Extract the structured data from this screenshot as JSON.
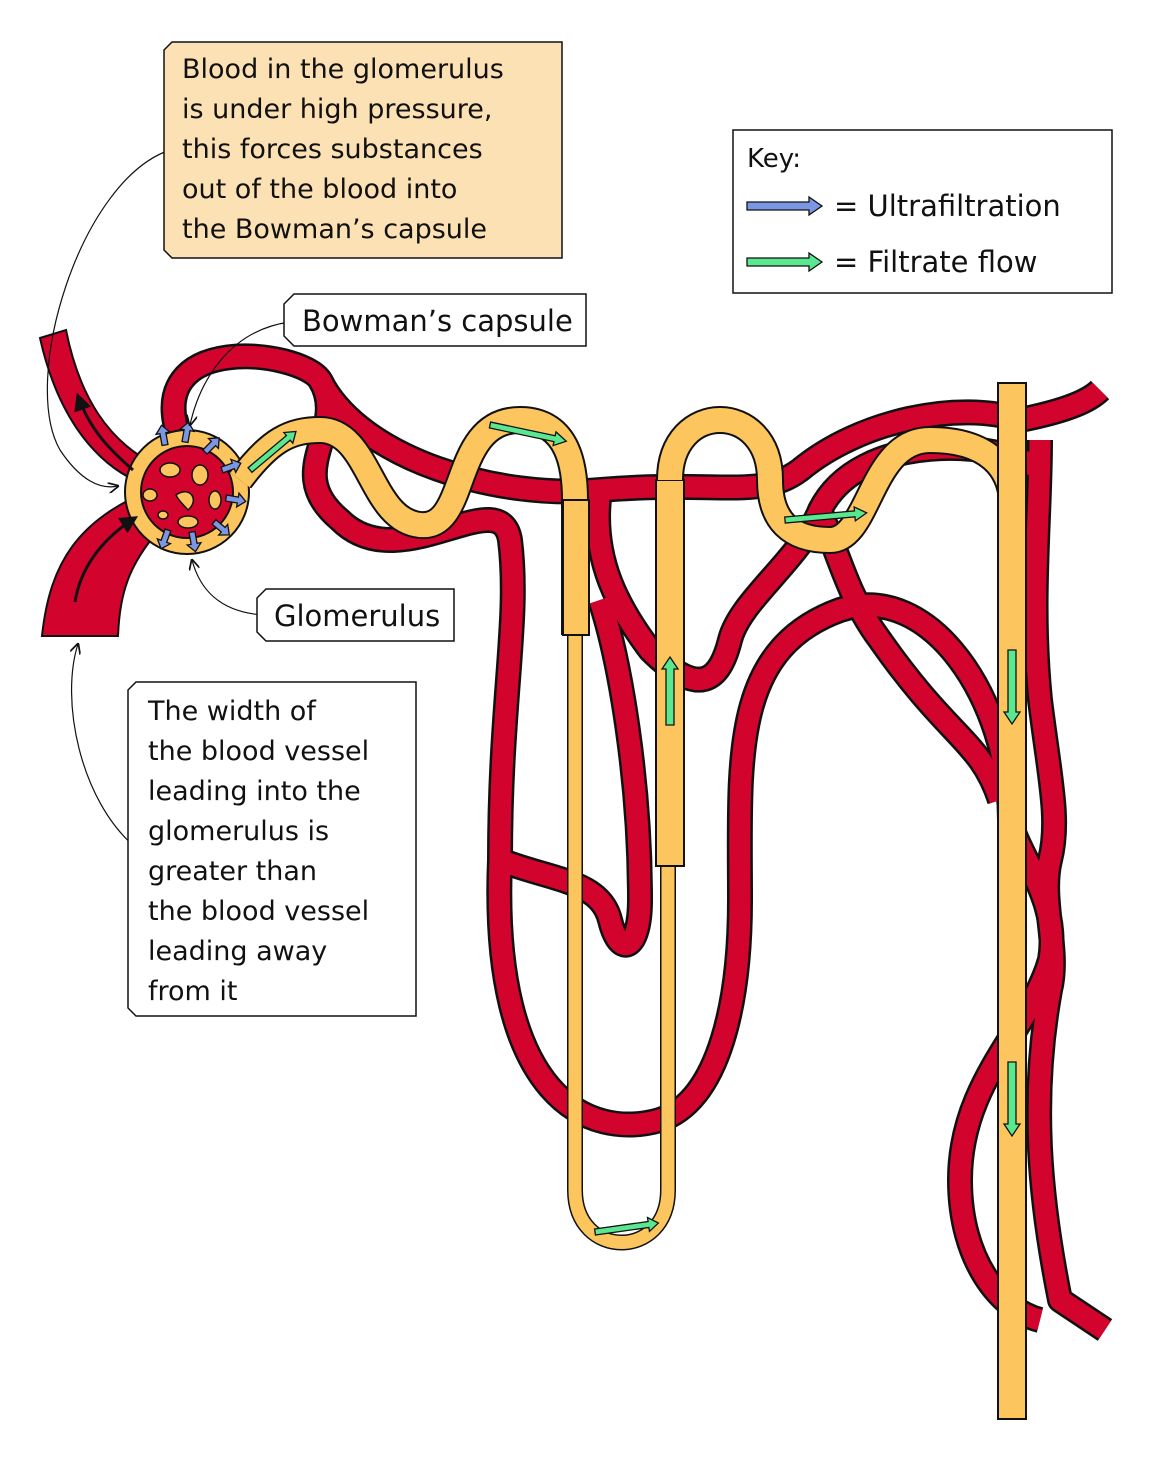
{
  "colors": {
    "blood": "#d2042d",
    "tubule": "#fcc55e",
    "note_fill": "#fce1b4",
    "ultrafiltration_arrow": "#7b96e2",
    "filtrate_arrow": "#59e88f",
    "outline": "#111111"
  },
  "annotation_pressure": {
    "lines": [
      "Blood in the glomerulus",
      "is under high pressure,",
      "this forces substances",
      "out of  the blood into",
      "the Bowman’s capsule"
    ]
  },
  "label_bowmans": "Bowman’s capsule",
  "label_glomerulus": "Glomerulus",
  "annotation_width": {
    "lines": [
      "The width of",
      "the blood vessel",
      "leading into the",
      "glomerulus is",
      "greater  than",
      "the blood vessel",
      "leading away",
      "from it"
    ]
  },
  "key": {
    "title": "Key:",
    "ultrafiltration": "= Ultrafiltration",
    "filtrate": "= Filtrate  flow"
  },
  "icons": {
    "ultrafiltration_arrow": "arrow-right-icon",
    "filtrate_arrow": "arrow-right-icon"
  }
}
